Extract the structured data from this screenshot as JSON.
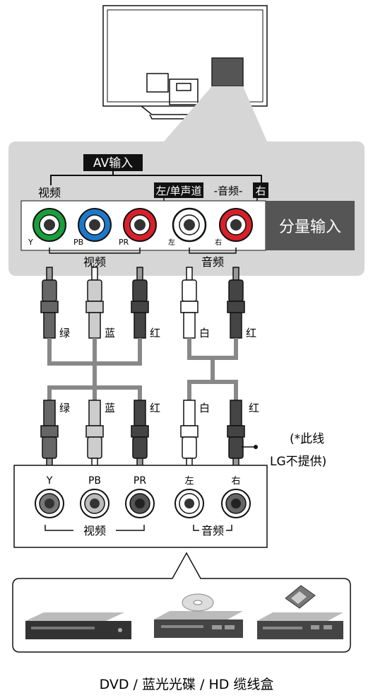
{
  "tv_panel": {
    "av_input_label": "AV输入",
    "video_label_top": "视频",
    "audio_left_mono_label": "左/单声道",
    "audio_label_mid": "-音频-",
    "audio_right_label": "右",
    "component_input_label": "分量输入",
    "port_y": "Y",
    "port_pb": "PB",
    "port_pr": "PR",
    "port_left": "左",
    "port_right": "右",
    "video_label_bottom": "视频",
    "audio_label_bottom": "音频"
  },
  "cable_upper_labels": [
    "绿",
    "蓝",
    "红",
    "白",
    "红"
  ],
  "cable_lower_labels": [
    "绿",
    "蓝",
    "红",
    "白",
    "红"
  ],
  "cable_note_line1": "(*此线",
  "cable_note_line2": "LG不提供)",
  "device_panel": {
    "port_y": "Y",
    "port_pb": "PB",
    "port_pr": "PR",
    "port_left": "左",
    "port_right": "右",
    "video_label": "视频",
    "audio_label": "音频"
  },
  "devices_caption": "DVD / 蓝光光碟 / HD 缆线盒",
  "colors": {
    "green": "#1a9e3c",
    "blue": "#1e78c8",
    "red": "#d8202a",
    "panel_gray": "#d6d6d6",
    "dark_box": "#555555"
  }
}
